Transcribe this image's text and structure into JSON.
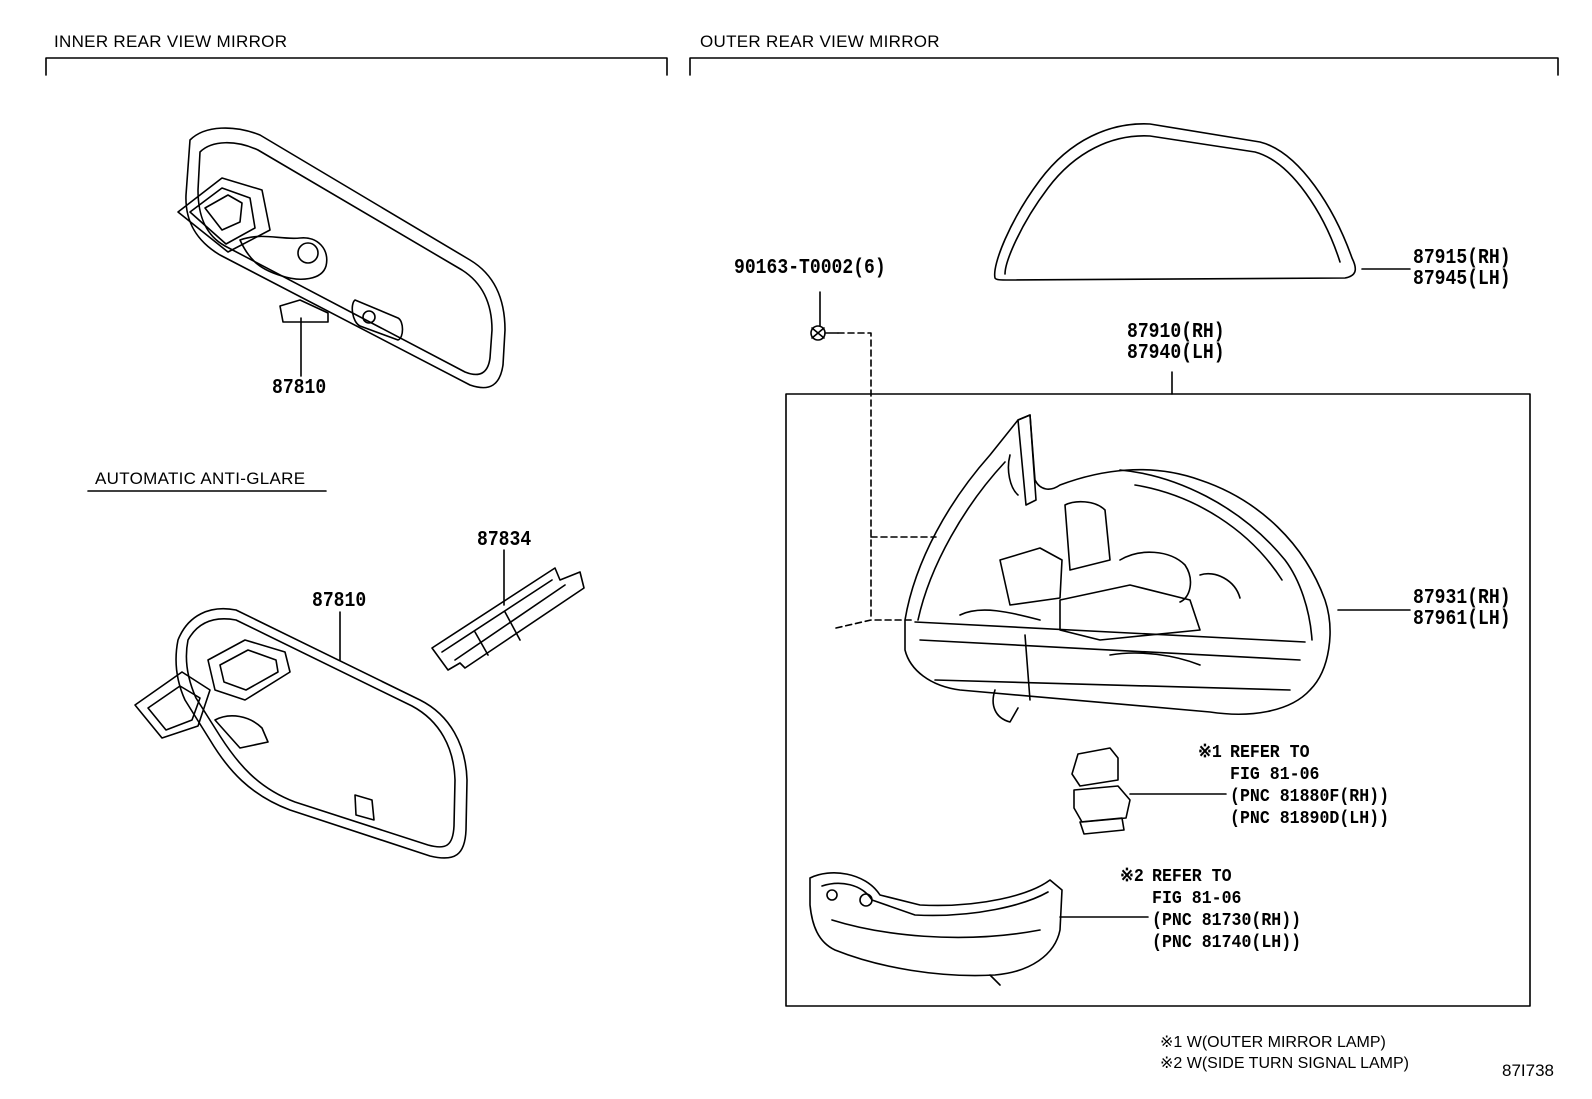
{
  "sections": {
    "inner": "INNER REAR VIEW MIRROR",
    "outer": "OUTER REAR VIEW MIRROR",
    "anti_glare": "AUTOMATIC ANTI-GLARE"
  },
  "parts": {
    "inner_mirror": "87810",
    "auto_mirror": "87810",
    "harness": "87834",
    "screw": "90163-T0002(6)",
    "cover_rh": "87915(RH)",
    "cover_lh": "87945(LH)",
    "assy_rh": "87910(RH)",
    "assy_lh": "87940(LH)",
    "glass_rh": "87931(RH)",
    "glass_lh": "87961(LH)"
  },
  "refs": {
    "lamp": {
      "mark": "※1",
      "lines": [
        "REFER TO",
        "FIG 81-06",
        "(PNC 81880F(RH))",
        "(PNC 81890D(LH))"
      ]
    },
    "turn": {
      "mark": "※2",
      "lines": [
        "REFER TO",
        "FIG 81-06",
        "(PNC 81730(RH))",
        "(PNC 81740(LH))"
      ]
    }
  },
  "notes": [
    "※1 W(OUTER MIRROR LAMP)",
    "※2 W(SIDE TURN SIGNAL LAMP)"
  ],
  "figure_id": "87I738"
}
